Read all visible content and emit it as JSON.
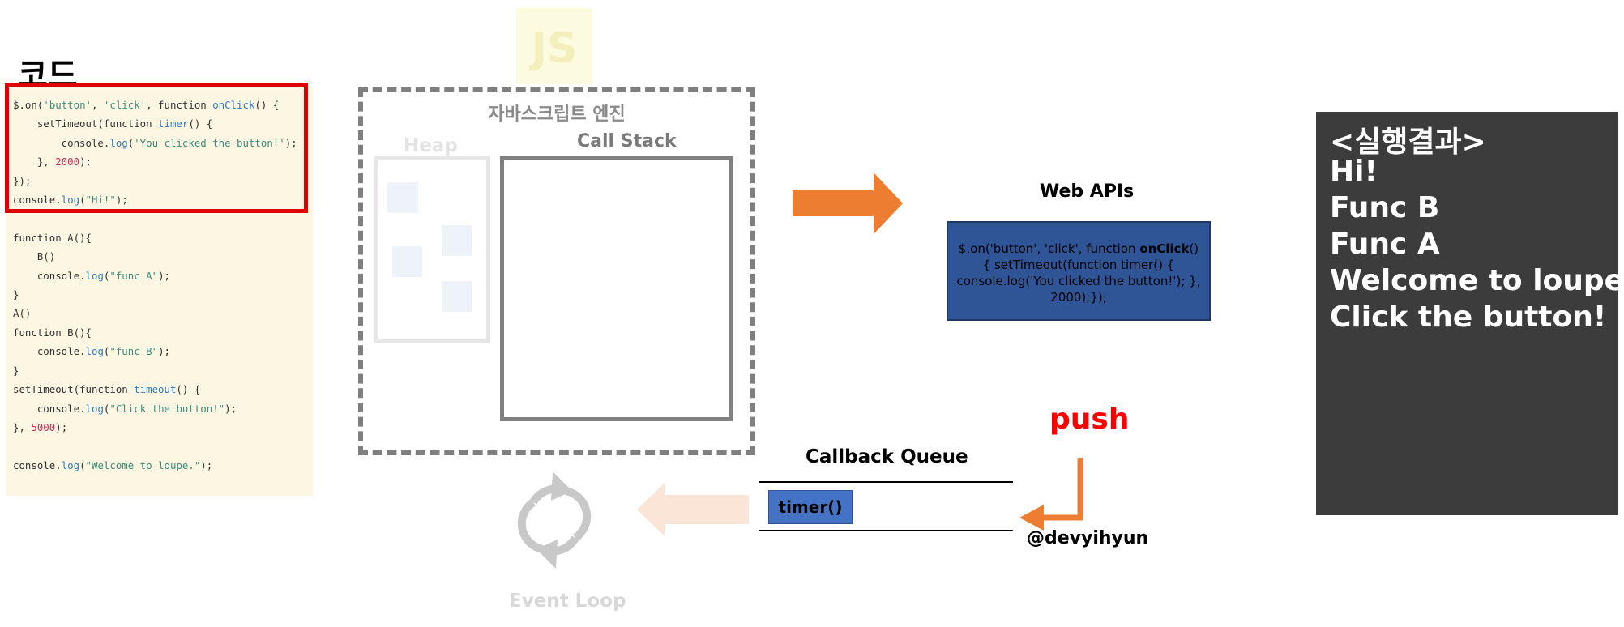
{
  "code_title": "코드",
  "code_lines": [
    [
      "$.on(",
      {
        "s": "'button'"
      },
      ", ",
      {
        "s": "'click'"
      },
      ", function ",
      {
        "f": "onClick"
      },
      "() {"
    ],
    [
      "    setTimeout(function ",
      {
        "f": "timer"
      },
      "() {"
    ],
    [
      "        console.",
      {
        "f": "log"
      },
      "(",
      {
        "s": "'You clicked the button!'"
      },
      ");"
    ],
    [
      "    }, ",
      {
        "n": "2000"
      },
      ");"
    ],
    [
      "});"
    ],
    [
      "console.",
      {
        "f": "log"
      },
      "(",
      {
        "s": "\"Hi!\""
      },
      ");"
    ],
    [
      ""
    ],
    [
      "function A(){"
    ],
    [
      "    B()"
    ],
    [
      "    console.",
      {
        "f": "log"
      },
      "(",
      {
        "s": "\"func A\""
      },
      ");"
    ],
    [
      "}"
    ],
    [
      "A()"
    ],
    [
      "function B(){"
    ],
    [
      "    console.",
      {
        "f": "log"
      },
      "(",
      {
        "s": "\"func B\""
      },
      ");"
    ],
    [
      "}"
    ],
    [
      "setTimeout(function ",
      {
        "f": "timeout"
      },
      "() {"
    ],
    [
      "    console.",
      {
        "f": "log"
      },
      "(",
      {
        "s": "\"Click the button!\""
      },
      ");"
    ],
    [
      "}, ",
      {
        "n": "5000"
      },
      ");"
    ],
    [
      ""
    ],
    [
      "console.",
      {
        "f": "log"
      },
      "(",
      {
        "s": "\"Welcome to loupe.\""
      },
      ");"
    ]
  ],
  "js_logo": "JS",
  "engine_title": "자바스크립트 엔진",
  "heap_label": "Heap",
  "call_stack_label": "Call Stack",
  "web_apis_label": "Web APIs",
  "web_api_box": {
    "pre": "$.on('button', 'click', function ",
    "bold": "onClick",
    "post": "() {     setTimeout(function timer() {          console.log('You clicked the button!');          }, 2000);});"
  },
  "result_lines": [
    "<실행결과>",
    "Hi!",
    "Func B",
    "Func A",
    "Welcome to loupe.",
    "Click the button!"
  ],
  "push_label": "push",
  "callback_queue_label": "Callback Queue",
  "timer_label": "timer()",
  "author": "@devyihyun",
  "event_loop_label": "Event Loop",
  "colors": {
    "orange": "#ed7d31",
    "orange_faded": "#fbe5d6",
    "result_bg": "#3c3c3c",
    "web_api_bg": "#2f5597",
    "timer_bg": "#4472c4",
    "push": "#ff0000"
  }
}
